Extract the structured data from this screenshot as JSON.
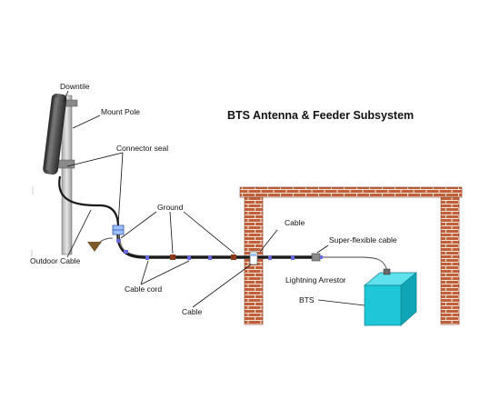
{
  "title": "BTS Antenna & Feeder Subsystem",
  "labels": {
    "downtile": "Downtile",
    "mount_pole": "Mount Pole",
    "connector_seal": "Connector seal",
    "outdoor_cable": "Outdoor Cable",
    "ground": "Ground",
    "cable_top": "Cable",
    "cable_bottom": "Cable",
    "cable_cord": "Cable cord",
    "super_flexible_cable": "Super-flexible cable",
    "lightning_arrestor": "Lightning Arrestor",
    "bts": "BTS"
  },
  "colors": {
    "brick": "#c0603a",
    "mortar": "#f3e3d8",
    "bts_box": "#1ec7d8",
    "bts_box_dark": "#0fa5b6",
    "pole": "#d6d6d6",
    "antenna": "#4a4a4a",
    "cable": "#1a1a1a",
    "cable_cord": "#6a6adf",
    "ground_clamp": "#8b3a1a",
    "ground_symbol": "#7a5a2a"
  }
}
